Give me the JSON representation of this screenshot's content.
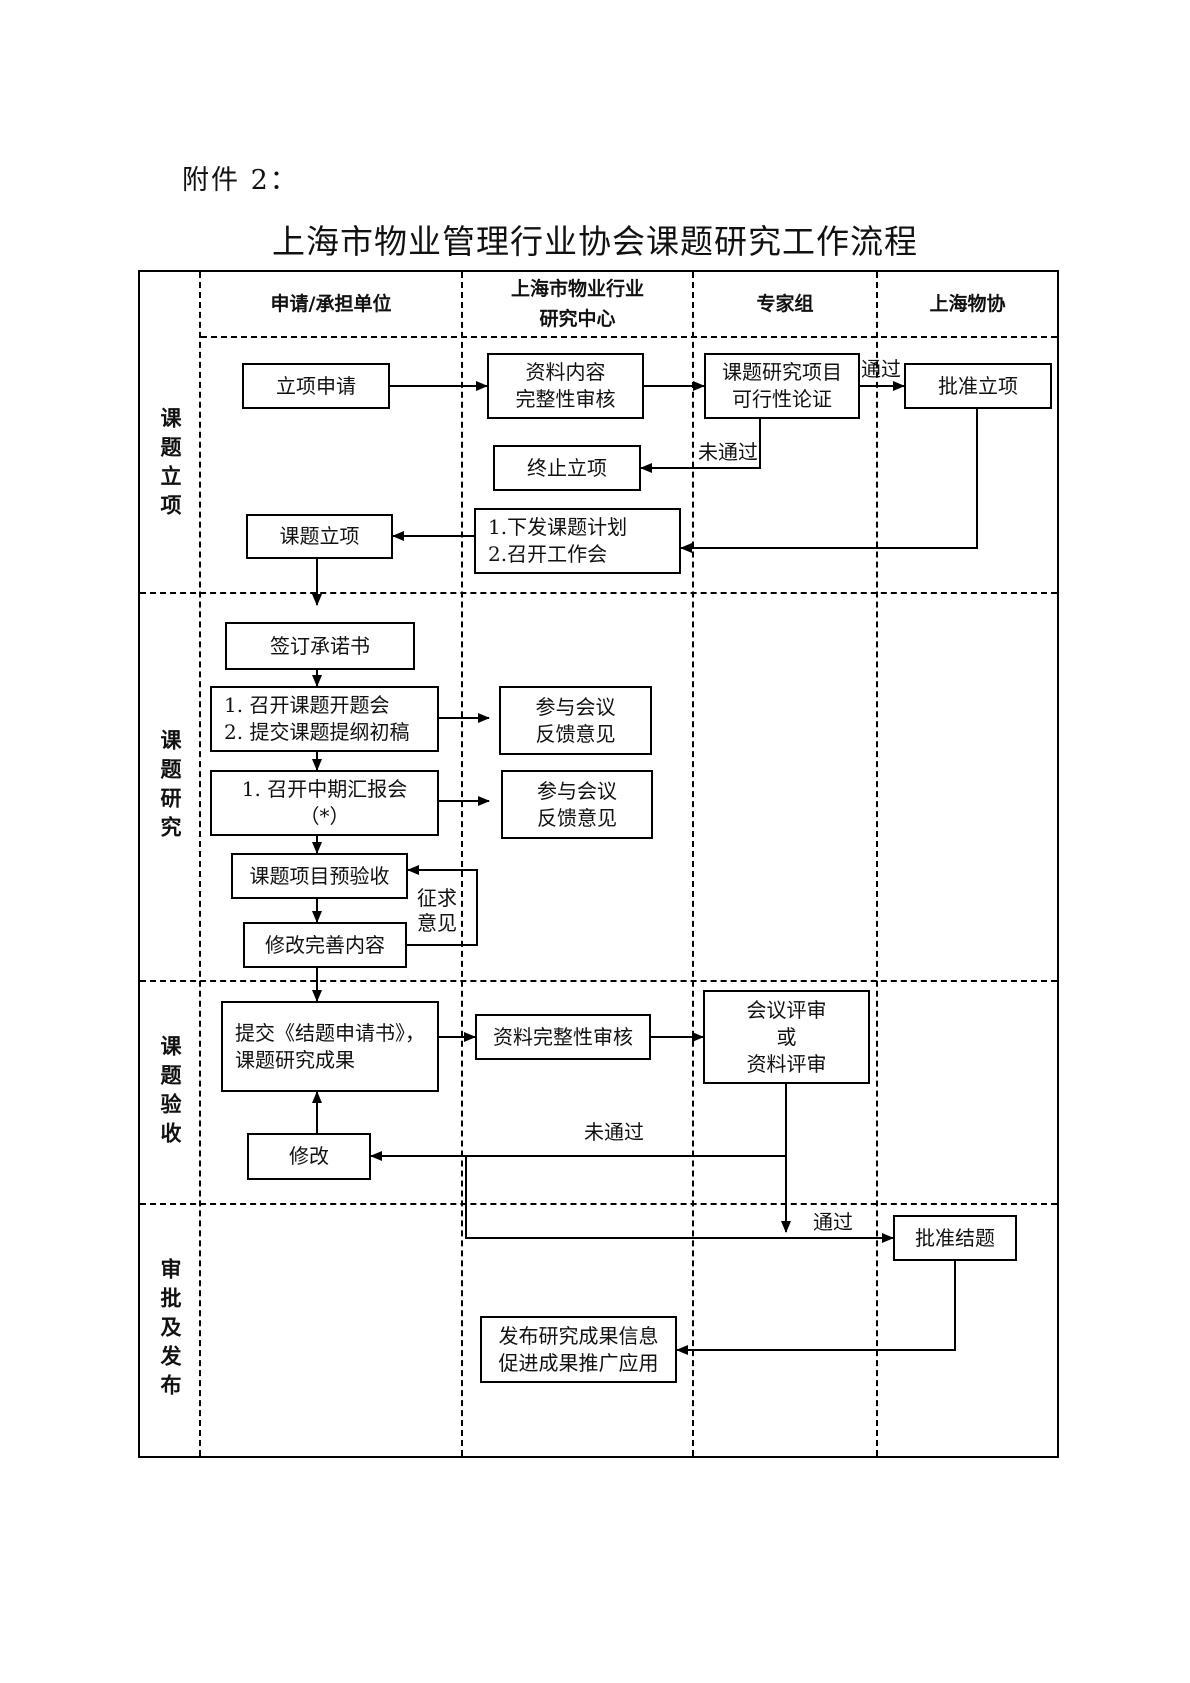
{
  "attachment_label": "附件 2：",
  "title": "上海市物业管理行业协会课题研究工作流程",
  "columns": [
    {
      "label": "申请/承担单位"
    },
    {
      "label": "上海市物业行业\n研究中心"
    },
    {
      "label": "专家组"
    },
    {
      "label": "上海物协"
    }
  ],
  "phases": [
    {
      "label": "课题立项"
    },
    {
      "label": "课题研究"
    },
    {
      "label": "课题验收"
    },
    {
      "label": "审批及发布"
    }
  ],
  "boxes": {
    "apply": [
      "立项申请"
    ],
    "material_review": [
      "资料内容",
      "完整性审核"
    ],
    "feasibility": [
      "课题研究项目",
      "可行性论证"
    ],
    "approve_project": [
      "批准立项"
    ],
    "terminate": [
      "终止立项"
    ],
    "issue_plan": [
      "1.下发课题计划",
      "2.召开工作会"
    ],
    "project_established": [
      "课题立项"
    ],
    "sign_commitment": [
      "签订承诺书"
    ],
    "kickoff": [
      "1. 召开课题开题会",
      "2. 提交课题提纲初稿"
    ],
    "feedback_1": [
      "参与会议",
      "反馈意见"
    ],
    "midterm": [
      "1. 召开中期汇报会",
      "（*）"
    ],
    "feedback_2": [
      "参与会议",
      "反馈意见"
    ],
    "pre_acceptance": [
      "课题项目预验收"
    ],
    "revise_content": [
      "修改完善内容"
    ],
    "submit_closing": [
      "提交《结题申请书》，",
      "课题研究成果"
    ],
    "completeness_check": [
      "资料完整性审核"
    ],
    "expert_review": [
      "会议评审",
      "或",
      "资料评审"
    ],
    "modify": [
      "修改"
    ],
    "approve_closing": [
      "批准结题"
    ],
    "publish": [
      "发布研究成果信息",
      "促进成果推广应用"
    ]
  },
  "labels": {
    "pass_1": "通过",
    "fail_1": "未通过",
    "solicit": [
      "征求",
      "意见"
    ],
    "fail_2": "未通过",
    "pass_2": "通过"
  }
}
